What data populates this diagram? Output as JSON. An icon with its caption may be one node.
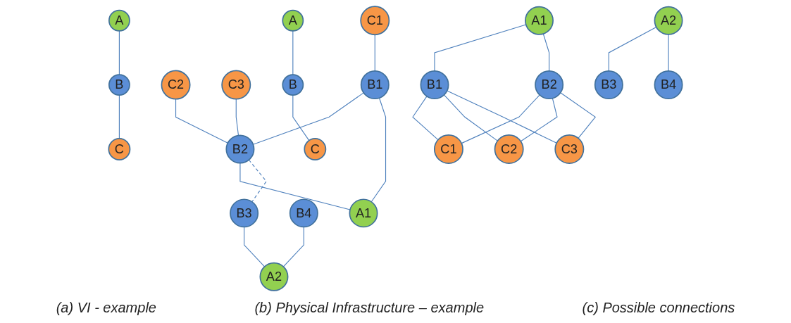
{
  "diagram": {
    "nodes": [
      {
        "text": [
          "A"
        ]
      },
      {
        "text": [
          "B"
        ]
      },
      {
        "text": [
          "C"
        ]
      },
      {
        "text": [
          "C1"
        ]
      },
      {
        "text": [
          "C2"
        ]
      },
      {
        "text": [
          "C3"
        ]
      },
      {
        "text": [
          "B1"
        ]
      },
      {
        "text": [
          "B2"
        ]
      },
      {
        "text": [
          "B3"
        ]
      },
      {
        "text": [
          "B4"
        ]
      },
      {
        "text": [
          "A1"
        ]
      },
      {
        "text": [
          "A2"
        ]
      },
      {
        "text": [
          "A"
        ]
      },
      {
        "text": [
          "B"
        ]
      },
      {
        "text": [
          "C"
        ]
      },
      {
        "text": [
          "A1"
        ]
      },
      {
        "text": [
          "B1"
        ]
      },
      {
        "text": [
          "C1"
        ]
      },
      {
        "text": [
          "B2"
        ]
      },
      {
        "text": [
          "C2"
        ]
      },
      {
        "text": [
          "A2"
        ]
      },
      {
        "text": [
          "B3"
        ]
      },
      {
        "text": [
          "C3"
        ]
      },
      {
        "text": [
          "B4"
        ]
      }
    ],
    "edges": [
      {
        "from": 0,
        "to": 1,
        "arrow": "none"
      },
      {
        "from": 1,
        "to": 2,
        "arrow": "none"
      },
      {
        "from": 3,
        "to": 6,
        "arrow": "none"
      },
      {
        "from": 4,
        "to": 7,
        "arrow": "none"
      },
      {
        "from": 5,
        "to": 7,
        "arrow": "none"
      },
      {
        "from": 6,
        "to": 7,
        "arrow": "none"
      },
      {
        "from": 6,
        "to": 10,
        "arrow": "none"
      },
      {
        "from": 7,
        "to": 10,
        "arrow": "none"
      },
      {
        "from": 7,
        "to": 8,
        "arrow": "none",
        "style": "dashed"
      },
      {
        "from": 8,
        "to": 11,
        "arrow": "none"
      },
      {
        "from": 9,
        "to": 11,
        "arrow": "none"
      },
      {
        "from": 12,
        "to": 13,
        "arrow": "none"
      },
      {
        "from": 13,
        "to": 14,
        "arrow": "none"
      },
      {
        "from": 15,
        "to": 16,
        "arrow": "none"
      },
      {
        "from": 15,
        "to": 18,
        "arrow": "none"
      },
      {
        "from": 16,
        "to": 17,
        "arrow": "none"
      },
      {
        "from": 16,
        "to": 19,
        "arrow": "none"
      },
      {
        "from": 16,
        "to": 22,
        "arrow": "none"
      },
      {
        "from": 18,
        "to": 17,
        "arrow": "none"
      },
      {
        "from": 18,
        "to": 19,
        "arrow": "none"
      },
      {
        "from": 18,
        "to": 22,
        "arrow": "none"
      },
      {
        "from": 20,
        "to": 21,
        "arrow": "none"
      },
      {
        "from": 20,
        "to": 23,
        "arrow": "none"
      }
    ],
    "labels": [
      "(a) VI - example",
      "(b) Physical Infrastructure – example",
      "(c) Possible connections"
    ]
  }
}
